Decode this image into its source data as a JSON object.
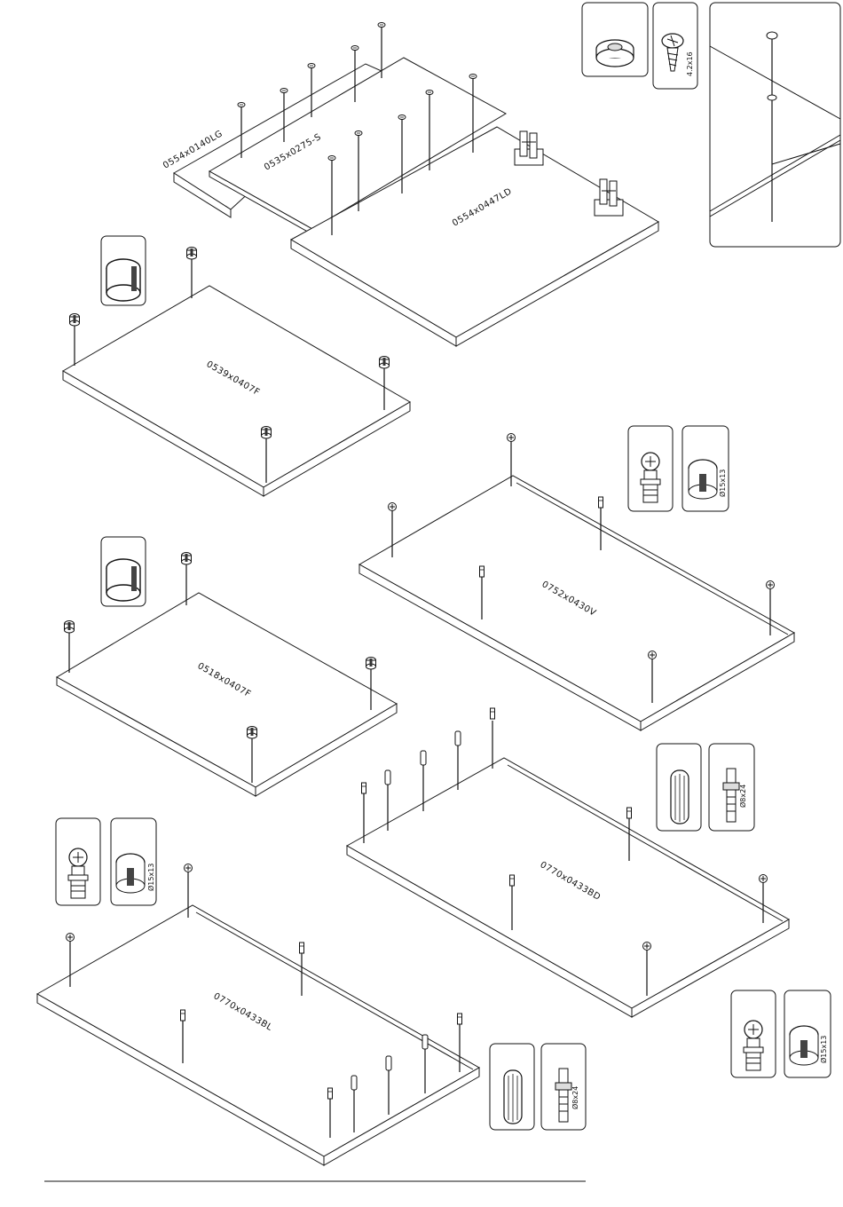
{
  "panels": [
    {
      "id": "p1",
      "code": "0554x0140LG"
    },
    {
      "id": "p2",
      "code": "0535x0275-S"
    },
    {
      "id": "p3",
      "code": "0554x0447LD"
    },
    {
      "id": "p4",
      "code": "0539x0407F"
    },
    {
      "id": "p5",
      "code": "0752x0430V"
    },
    {
      "id": "p6",
      "code": "0518x0407F"
    },
    {
      "id": "p7",
      "code": "0770x0433BD"
    },
    {
      "id": "p8",
      "code": "0770x0433BL"
    }
  ],
  "hardware": {
    "screw_size": "4.2x16",
    "cam_size_1": "Ø15x13",
    "cam_size_2": "Ø15x13",
    "cam_size_3": "Ø15x13",
    "pin_size_1": "Ø8x24",
    "pin_size_2": "Ø8x24"
  },
  "icons": [
    "washer-icon",
    "screw-icon",
    "cam-lock-cup-icon",
    "cam-bolt-icon",
    "cam-lock-icon",
    "wooden-dowel-icon",
    "connector-pin-icon"
  ]
}
